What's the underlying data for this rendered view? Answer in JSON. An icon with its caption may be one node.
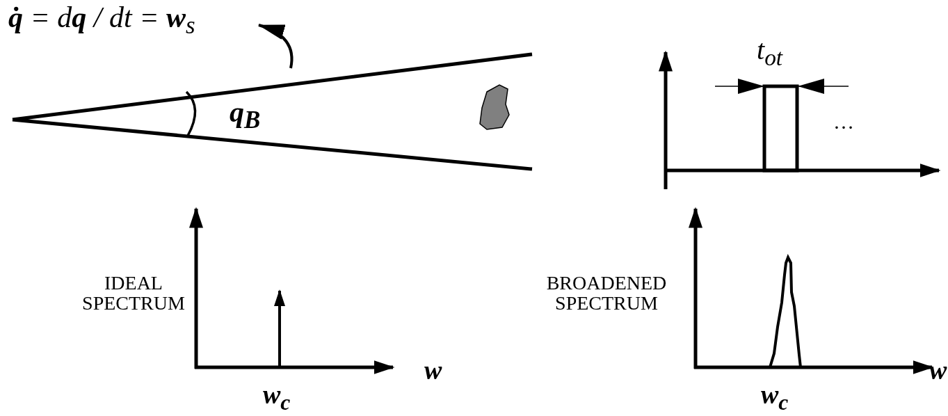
{
  "diagram": {
    "labels": [
      "**q̇** = d**q** / dt = **w**$_{s}$",
      "t$_{ot}$",
      "**q**$_{B}$",
      "…",
      "IDEAL SPECTRUM",
      "BROADENED SPECTRUM",
      "w",
      "w",
      "w$_{c}$",
      "w$_{c}$"
    ]
  }
}
